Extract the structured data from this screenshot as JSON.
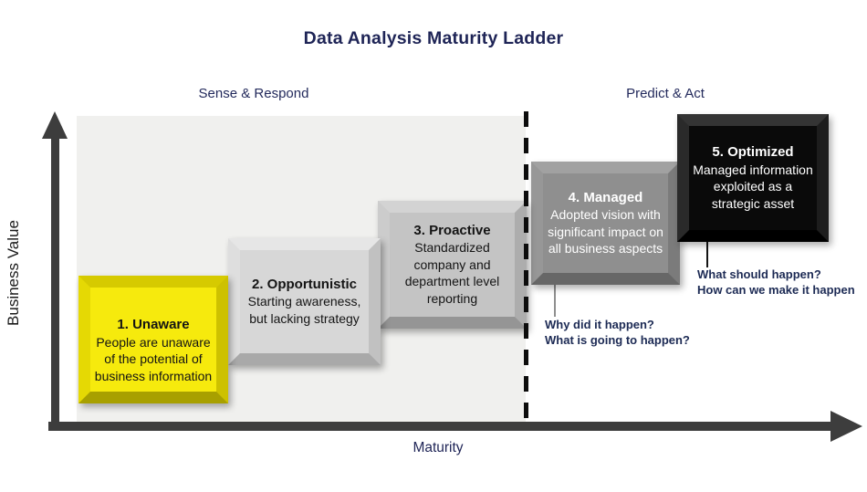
{
  "title": "Data Analysis Maturity Ladder",
  "phases": {
    "left_label": "Sense & Respond",
    "right_label": "Predict & Act"
  },
  "axes": {
    "y_label": "Business Value",
    "x_label": "Maturity"
  },
  "steps": [
    {
      "heading": "1. Unaware",
      "body": "People are unaware of the potential of business information",
      "bg": "#f6ea0d",
      "text_color": "#141414"
    },
    {
      "heading": "2. Opportunistic",
      "body": "Starting awareness, but lacking strategy",
      "bg": "#d7d7d7",
      "text_color": "#141414"
    },
    {
      "heading": "3. Proactive",
      "body": "Standardized company and department level reporting",
      "bg": "#c4c4c4",
      "text_color": "#141414"
    },
    {
      "heading": "4. Managed",
      "body": "Adopted vision with significant impact on all business aspects",
      "bg": "#8f8f8f",
      "text_color": "#ffffff"
    },
    {
      "heading": "5. Optimized",
      "body": "Managed information exploited as a strategic asset",
      "bg": "#0a0a0a",
      "text_color": "#ffffff"
    }
  ],
  "annotations": {
    "managed": {
      "line1": "Why did it happen?",
      "line2": "What is going to happen?"
    },
    "optimized": {
      "line1": "What should happen?",
      "line2": "How can we make it happen"
    }
  },
  "colors": {
    "accent_navy": "#1e2456",
    "annotation_navy": "#1c2a54",
    "axis_gray": "#3d3d3d",
    "plot_background": "#f0f0ee",
    "step_yellow": "#f6ea0d",
    "step_black": "#0a0a0a",
    "divider_black": "#0d0d0d"
  }
}
